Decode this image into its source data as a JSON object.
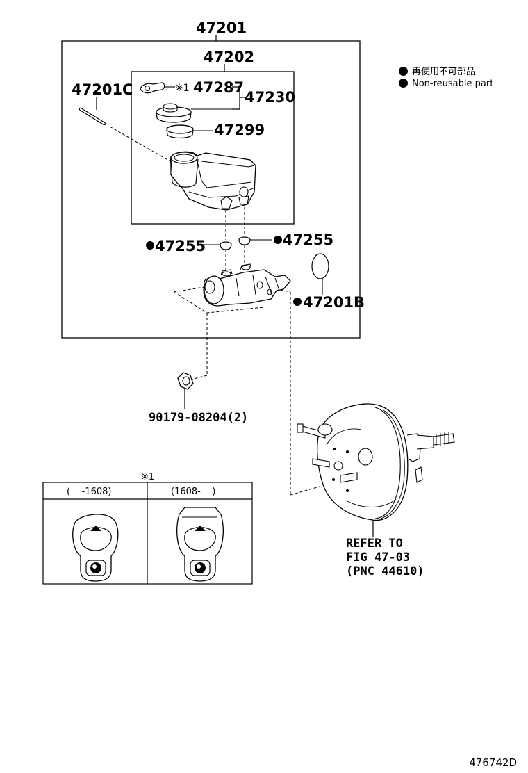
{
  "labels": {
    "assembly": "47201",
    "reservoir_assy": "47202",
    "pin": "47201C",
    "cap_mark": "※1",
    "cap_label": "47287",
    "cap_set": "47230",
    "strainer": "47299",
    "grommet_left": "47255",
    "grommet_right": "47255",
    "oring": "47201B",
    "nut": "90179-08204(2)",
    "refer_line1": "REFER TO",
    "refer_line2": "FIG 47-03",
    "refer_line3": "(PNC 44610)"
  },
  "legend": {
    "jp": "再使用不可部品",
    "en": "Non-reusable part"
  },
  "inset": {
    "title": "※1",
    "col_left": "(    -1608)",
    "col_right": "(1608-    )"
  },
  "figure_id": "476742D",
  "icons": {
    "non_reusable_marker": "filled-dot"
  }
}
